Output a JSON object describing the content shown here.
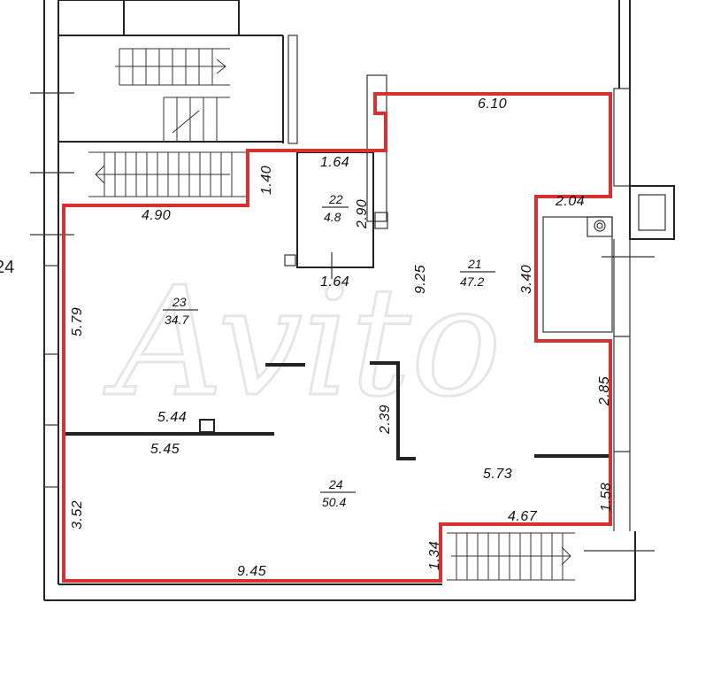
{
  "edge_label": "24",
  "watermark": "Avito",
  "rooms": [
    {
      "number": "21",
      "area": "47.2"
    },
    {
      "number": "22",
      "area": "4.8"
    },
    {
      "number": "23",
      "area": "34.7"
    },
    {
      "number": "24",
      "area": "50.4"
    }
  ],
  "dimensions": {
    "top_right": "6.10",
    "stair_top": "1.64",
    "stair_vertical": "1.40",
    "left_top": "4.90",
    "room22_height": "2.90",
    "room22_bottom": "1.64",
    "center_height": "9.25",
    "niche_width": "2.04",
    "niche_height": "3.40",
    "left_upper": "5.79",
    "partition_top": "5.44",
    "partition_bottom": "5.45",
    "center_wall": "2.39",
    "right_mid": "2.85",
    "right_lower_width": "5.73",
    "right_lower": "1.58",
    "bottom_step_width": "4.67",
    "left_lower": "3.52",
    "bottom_step_height": "1.34",
    "bottom_width": "9.45"
  },
  "colors": {
    "boundary": "#d63232",
    "walls": "#222222"
  }
}
